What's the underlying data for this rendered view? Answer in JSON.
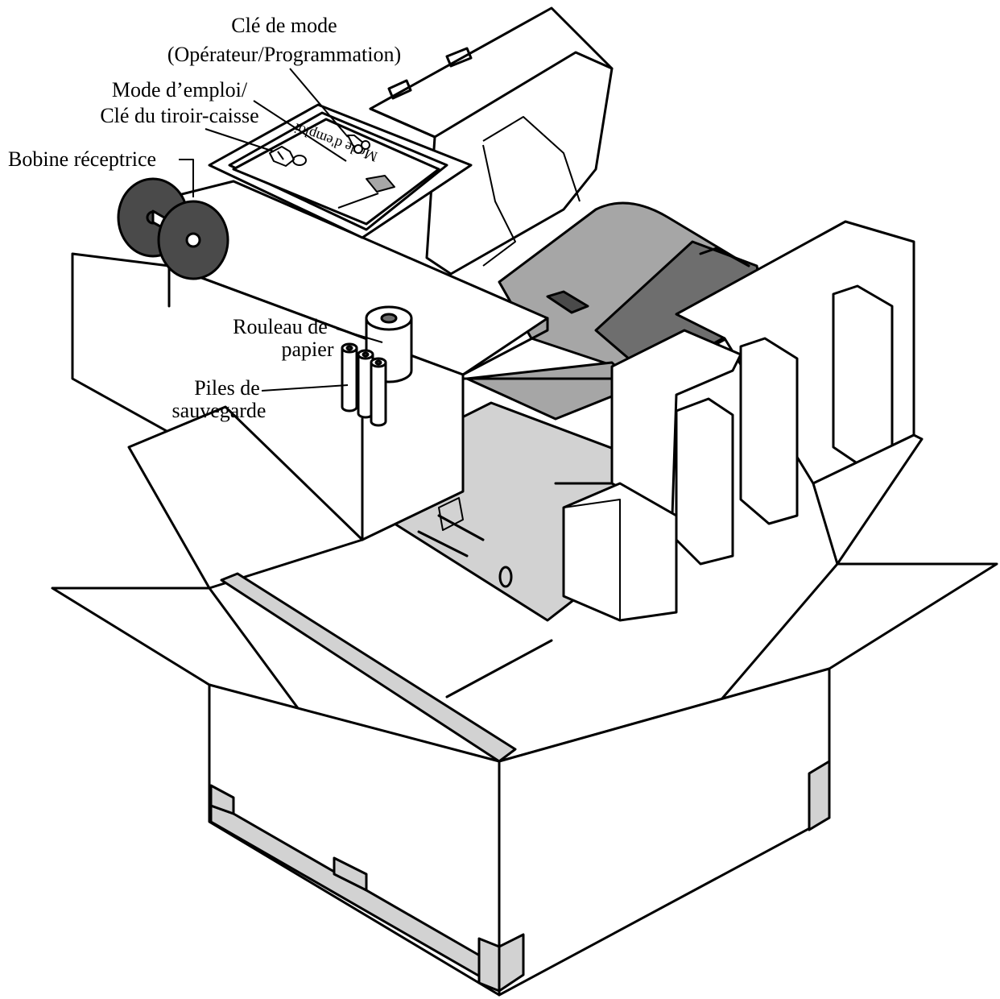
{
  "labels": {
    "mode_key_line1": "Clé de mode",
    "mode_key_line2": "(Opérateur/Programmation)",
    "manual_line1": "Mode d’emploi/",
    "manual_line2": "Clé du tiroir-caisse",
    "take_up_spool": "Bobine réceptrice",
    "paper_roll_line1": "Rouleau de",
    "paper_roll_line2": "papier",
    "batteries_line1": "Piles de",
    "batteries_line2": "sauvegarde",
    "manual_cover_text": "Mode d'emploi"
  },
  "colors": {
    "outline": "#000000",
    "background": "#ffffff",
    "light_gray": "#d2d2d2",
    "mid_gray": "#a6a6a6",
    "dark_gray": "#6e6e6e",
    "spool_gray": "#4a4a4a"
  }
}
